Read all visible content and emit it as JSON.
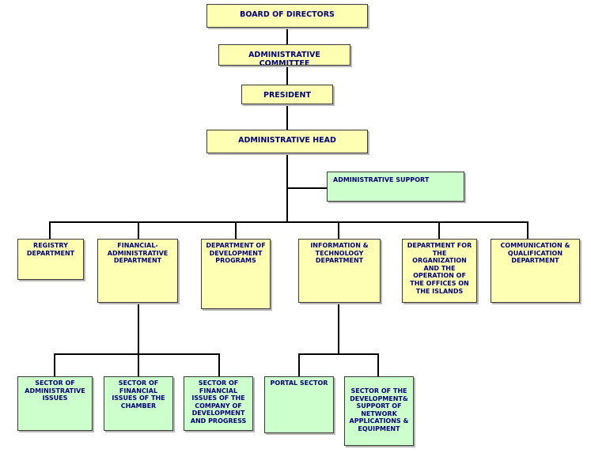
{
  "colors": {
    "yellow_fill": "#ffffb3",
    "green_fill": "#ccffcc",
    "text": "#00007a",
    "connector": "#000000"
  },
  "board": "BOARD OF DIRECTORS",
  "admin_committee": "ADMINISTRATIVE COMMITTEE",
  "president": "PRESIDENT",
  "admin_head": "ADMINISTRATIVE HEAD",
  "admin_support": "ADMINISTRATIVE SUPPORT",
  "departments": {
    "registry": "REGISTRY DEPARTMENT",
    "financial": "FINANCIAL-ADMINISTRATIVE DEPARTMENT",
    "development": "DEPARTMENT OF DEVELOPMENT PROGRAMS",
    "it": "INFORMATION & TECHNOLOGY DEPARTMENT",
    "islands": "DEPARTMENT FOR THE ORGANIZATION AND THE OPERATION OF THE OFFICES ON THE ISLANDS",
    "communication": "COMMUNICATION & QUALIFICATION DEPARTMENT"
  },
  "sectors": {
    "admin_issues": "SECTOR OF ADMINISTRATIVE ISSUES",
    "chamber": "SECTOR OF FINANCIAL ISSUES OF THE CHAMBER",
    "company": "SECTOR OF FINANCIAL ISSUES OF THE COMPANY OF DEVELOPMENT AND PROGRESS",
    "portal": "PORTAL SECTOR",
    "network": "SECTOR OF THE DEVELOPMENT& SUPPORT OF NETWORK APPLICATIONS & EQUIPMENT"
  }
}
